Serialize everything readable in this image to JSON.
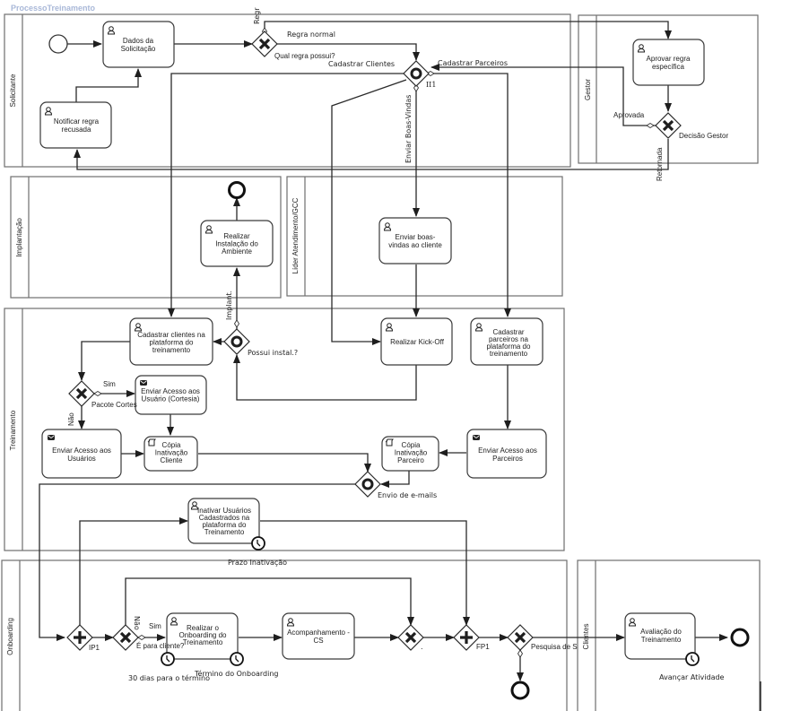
{
  "diagram": {
    "title": "ProcessoTreinamento",
    "colors": {
      "title": "#a9b8d8",
      "stroke": "#2a2a2a",
      "pool_border": "#6f6f6f"
    },
    "lanes": {
      "solicitante": "Solicitante",
      "gestor": "Gestor",
      "implantacao": "Implantação",
      "lider": "Líder Atendimento/GCC",
      "treinamento": "Treinamento",
      "onboarding": "Onboarding",
      "clientes": "Clientes"
    },
    "tasks": {
      "dados_solicitacao": [
        "Dados da",
        "Solicitação"
      ],
      "notificar_regra": [
        "Notificar regra",
        "recusada"
      ],
      "aprovar_regra": [
        "Aprovar regra",
        "específica"
      ],
      "realizar_instalacao": [
        "Realizar",
        "Instalação do",
        "Ambiente"
      ],
      "enviar_boas_vindas": [
        "Enviar boas-",
        "vindas ao cliente"
      ],
      "cadastrar_clientes": [
        "Cadastrar clientes na",
        "plataforma do",
        "treinamento"
      ],
      "realizar_kickoff": [
        "Realizar Kick-Off"
      ],
      "cadastrar_parceiros": [
        "Cadastrar",
        "parceiros na",
        "plataforma do",
        "treinamento"
      ],
      "enviar_acesso_cortesia": [
        "Enviar Acesso aos",
        "Usuário (Cortesia)"
      ],
      "enviar_acesso_usuarios": [
        "Enviar Acesso aos",
        "Usuários"
      ],
      "copia_inativacao_cliente": [
        "Cópia",
        "Inativação",
        "Cliente"
      ],
      "copia_inativacao_parceiro": [
        "Cópia",
        "Inativação",
        "Parceiro"
      ],
      "enviar_acesso_parceiros": [
        "Enviar Acesso aos",
        "Parceiros"
      ],
      "inativar_usuarios": [
        "Inativar Usuários",
        "Cadastrados na",
        "plataforma do",
        "Treinamento"
      ],
      "realizar_onboarding": [
        "Realizar o",
        "Onboarding do",
        "Treinamento"
      ],
      "acompanhamento_cs": [
        "Acompanhamento -",
        "CS"
      ],
      "avaliacao_treinamento": [
        "Avaliação do",
        "Treinamento"
      ]
    },
    "labels": {
      "regr": "Regr",
      "regra_normal": "Regra normal",
      "qual_regra": "Qual regra possui?",
      "cadastrar_clientes": "Cadastrar Clientes",
      "cadastrar_parceiros": "Cadastrar Parceiros",
      "ii1": "II1",
      "enviar_boas_vindas": "Enviar Boas-Vindas",
      "aprovada": "Aprovada",
      "decisao_gestor": "Decisão Gestor",
      "retornada": "Retornada",
      "implant": "Implant.",
      "possui_instal": "Possui instal.?",
      "sim_cortesia": "Sim",
      "pacote_cortesia": "Pacote Cortes",
      "nao_cortesia": "Não",
      "envio_emails": "Envio de e-mails",
      "prazo_inativacao": "Prazo Inativação",
      "ip1": "IP1",
      "nao_cliente": "Não",
      "sim_cliente": "Sim",
      "e_para_cliente": "É para cliente?",
      "trinta_dias": "30 dias para o término",
      "termino_onboarding": "Término do Onboarding",
      "fp1": "FP1",
      "pesquisa": "Pesquisa de S",
      "avancar_atividade": "Avançar Atividade",
      "gw_dot": "."
    }
  }
}
